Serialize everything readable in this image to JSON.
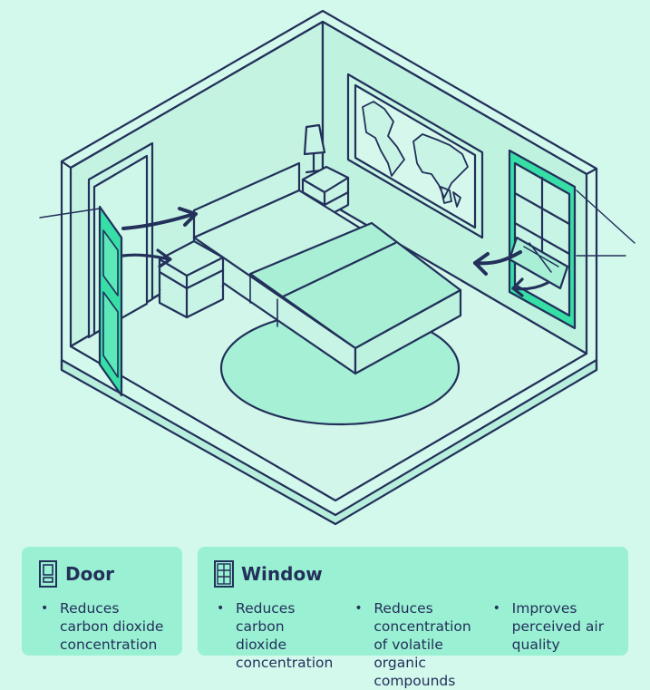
{
  "colors": {
    "background": "#d3f8ec",
    "wall": "#c7f4e4",
    "floor": "#d2f7ea",
    "outline": "#22305a",
    "accent": "#37dfa7",
    "card": "#9af0d3"
  },
  "door_card": {
    "icon": "door-icon",
    "title": "Door",
    "benefits": [
      "Reduces carbon dioxide concentration"
    ]
  },
  "window_card": {
    "icon": "window-icon",
    "title": "Window",
    "benefits": [
      "Reduces carbon dioxide concentration",
      "Reduces concentration of volatile organic compounds",
      "Improves perceived air quality"
    ]
  }
}
